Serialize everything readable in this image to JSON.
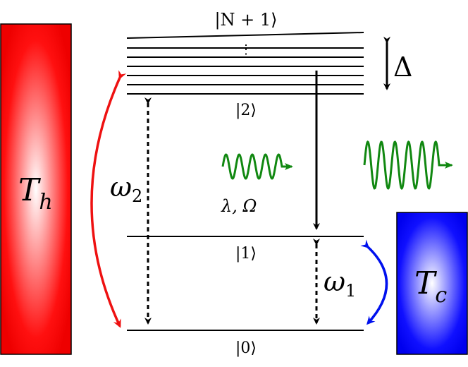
{
  "hot_bath": {
    "label": "T",
    "sub": "h",
    "color": "#ff0000"
  },
  "cold_bath": {
    "label": "T",
    "sub": "c",
    "color": "#0000ff"
  },
  "levels": {
    "top": "|N + 1⟩",
    "dots": "⋮",
    "two": "|2⟩",
    "one": "|1⟩",
    "zero": "|0⟩"
  },
  "labels": {
    "delta": "Δ",
    "omega2": "ω",
    "omega2_sub": "2",
    "omega1": "ω",
    "omega1_sub": "1",
    "drive": "λ, Ω"
  },
  "colors": {
    "hot_arrow": "#ee1111",
    "cold_arrow": "#0011ee",
    "wave": "#118811",
    "line": "#000000"
  }
}
